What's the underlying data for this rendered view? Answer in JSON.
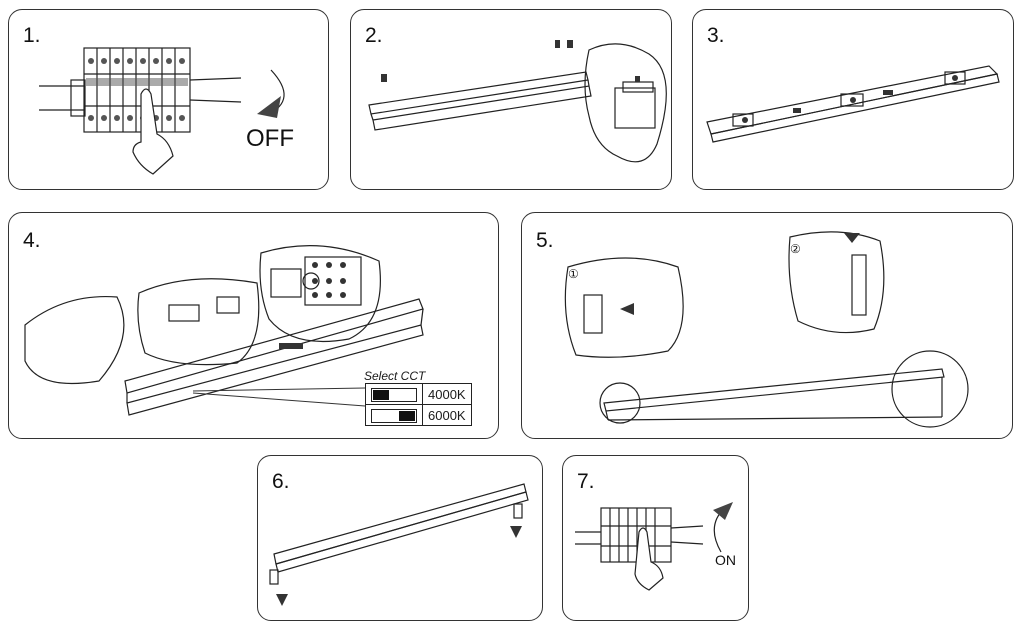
{
  "steps": [
    {
      "number": "1.",
      "label": "OFF"
    },
    {
      "number": "2."
    },
    {
      "number": "3."
    },
    {
      "number": "4."
    },
    {
      "number": "5.",
      "markers": [
        "①",
        "②"
      ]
    },
    {
      "number": "6."
    },
    {
      "number": "7.",
      "label": "ON"
    }
  ],
  "cct": {
    "title": "Select CCT",
    "options": [
      {
        "value": "4000K",
        "switch": "left"
      },
      {
        "value": "6000K",
        "switch": "right"
      }
    ]
  }
}
